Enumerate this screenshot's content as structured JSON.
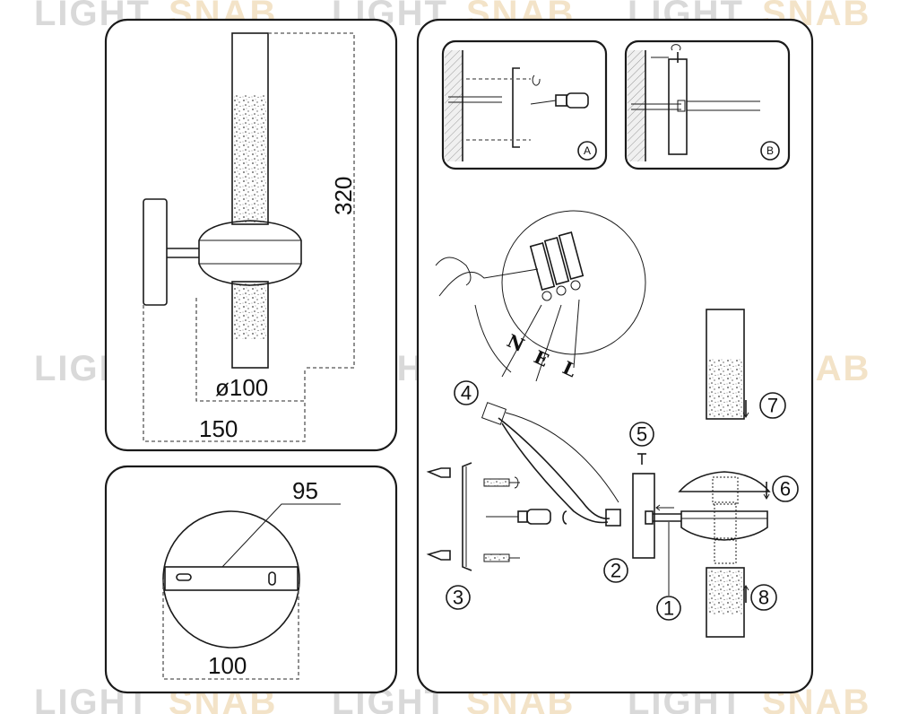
{
  "watermark": {
    "word1": "LIGHT",
    "word2": "SNAB",
    "color1": "#d9d9d9",
    "color2": "#f3e3c8"
  },
  "dimensions": {
    "height": "320",
    "diameter": "ø100",
    "depth": "150",
    "plate_width": "95",
    "plate_diameter": "100"
  },
  "details": {
    "a": "A",
    "b": "B"
  },
  "wiring_labels": {
    "n": "N",
    "e": "E",
    "l": "L"
  },
  "steps": [
    "1",
    "2",
    "3",
    "4",
    "5",
    "6",
    "7",
    "8"
  ]
}
